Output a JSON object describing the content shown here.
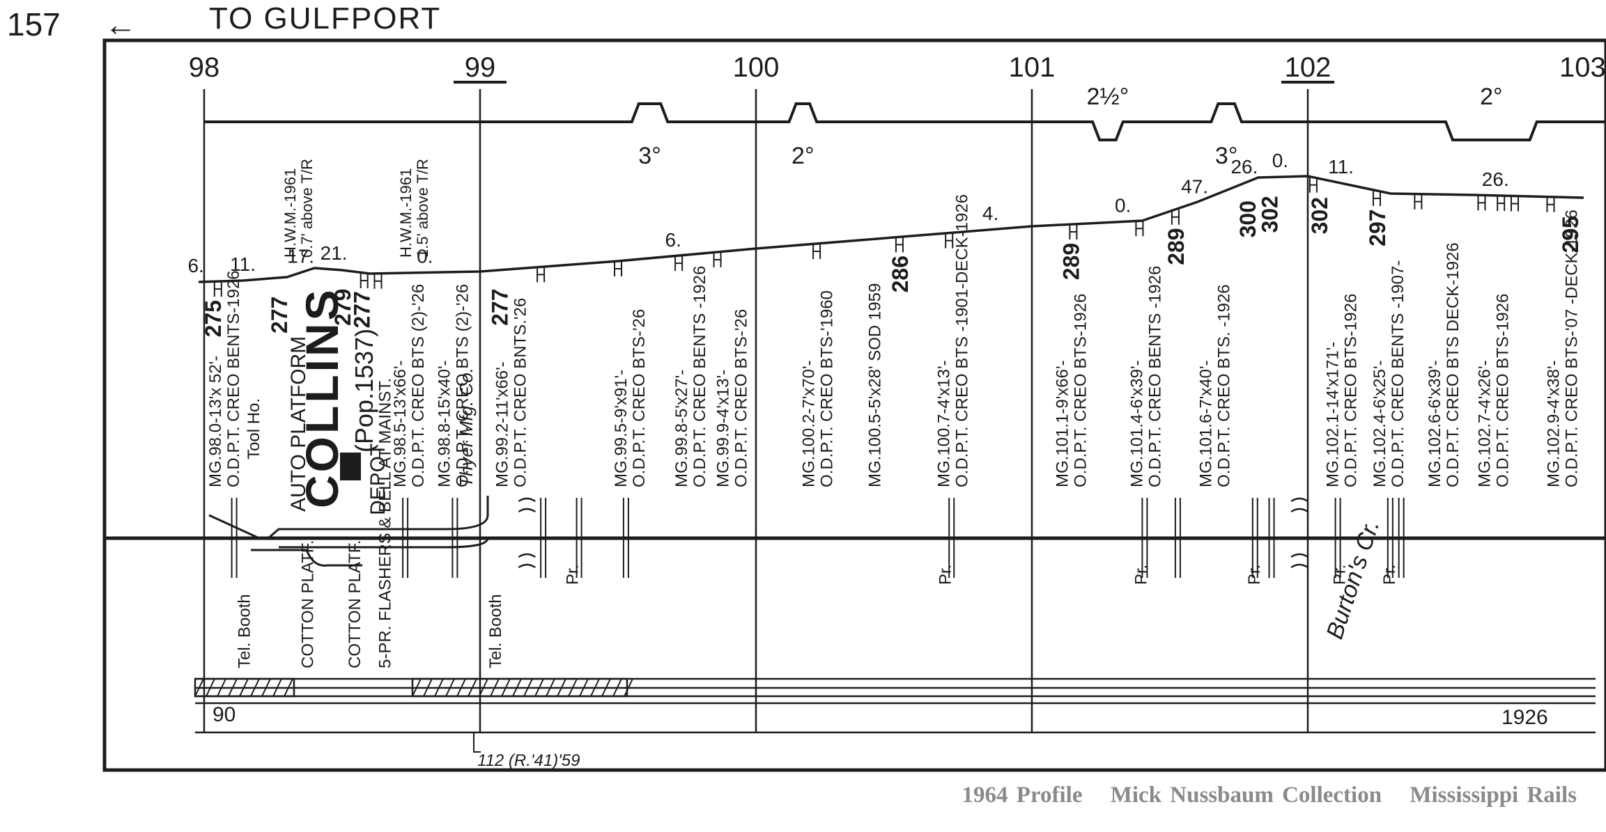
{
  "header": {
    "page_number": "157",
    "arrow": "←",
    "direction": "TO GULFPORT"
  },
  "mileposts": [
    {
      "label": "98",
      "mile": 98,
      "underlined": false
    },
    {
      "label": "99",
      "mile": 99,
      "underlined": true
    },
    {
      "label": "100",
      "mile": 100,
      "underlined": false
    },
    {
      "label": "101",
      "mile": 101,
      "underlined": false
    },
    {
      "label": "102",
      "mile": 102,
      "underlined": true
    },
    {
      "label": "103",
      "mile": 103,
      "underlined": false
    }
  ],
  "curves": [
    {
      "from": 99.55,
      "to": 99.68,
      "degree": "3°",
      "direction": "up"
    },
    {
      "from": 100.12,
      "to": 100.22,
      "degree": "2°",
      "direction": "up"
    },
    {
      "from": 101.22,
      "to": 101.33,
      "degree": "2½°",
      "direction": "down"
    },
    {
      "from": 101.65,
      "to": 101.76,
      "degree": "3°",
      "direction": "up"
    },
    {
      "from": 102.5,
      "to": 102.83,
      "degree": "2°",
      "direction": "down"
    }
  ],
  "grades": [
    {
      "label": "6.",
      "mile": 97.97
    },
    {
      "label": "11.",
      "mile": 98.14
    },
    {
      "label": "17.",
      "mile": 98.35
    },
    {
      "label": "21.",
      "mile": 98.47
    },
    {
      "label": "0.",
      "mile": 98.8
    },
    {
      "label": "6.",
      "mile": 99.7
    },
    {
      "label": "4.",
      "mile": 100.85
    },
    {
      "label": "0.",
      "mile": 101.33
    },
    {
      "label": "47.",
      "mile": 101.59
    },
    {
      "label": "26.",
      "mile": 101.77
    },
    {
      "label": "0.",
      "mile": 101.9
    },
    {
      "label": "11.",
      "mile": 102.12
    },
    {
      "label": "26.",
      "mile": 102.68
    }
  ],
  "elevations": [
    {
      "label": "275",
      "mile": 98.03
    },
    {
      "label": "277",
      "mile": 98.27
    },
    {
      "label": "279",
      "mile": 98.5
    },
    {
      "label": "277",
      "mile": 98.57
    },
    {
      "label": "277",
      "mile": 99.07
    },
    {
      "label": "286",
      "mile": 100.52
    },
    {
      "label": "289",
      "mile": 101.14
    },
    {
      "label": "289",
      "mile": 101.52
    },
    {
      "label": "300",
      "mile": 101.78
    },
    {
      "label": "302",
      "mile": 101.86
    },
    {
      "label": "302",
      "mile": 102.04
    },
    {
      "label": "297",
      "mile": 102.25
    },
    {
      "label": "295",
      "mile": 102.95
    }
  ],
  "structures": [
    {
      "mile": 98.03,
      "text": "MG.98.0-13'x 52'-O.D.P.T. CREO BENTS-1926"
    },
    {
      "mile": 98.3,
      "text": "H.W.M.-1961 0.7' above T/R"
    },
    {
      "mile": 98.72,
      "text": "H.W.M.-1961 1.5' above T/R"
    },
    {
      "mile": 98.7,
      "text": "MG.98.5-13'x66'-O.D.P.T. CREO BTS (2)-'26"
    },
    {
      "mile": 98.86,
      "text": "MG.98.8-15'x40'-O.D.P.T. CREO BTS (2)-'26"
    },
    {
      "mile": 99.07,
      "text": "MG.99.2-11'x66'-O.D.P.T. CREO BNTS.'26"
    },
    {
      "mile": 99.5,
      "text": "MG.99.5-9'x91'-O.D.P.T. CREO BTS-'26"
    },
    {
      "mile": 99.72,
      "text": "MG.99.8-5'x27'-O.D.P.T. CREO BENTS -1926"
    },
    {
      "mile": 99.87,
      "text": "MG.99.9-4'x13'-O.D.P.T. CREO BTS-'26"
    },
    {
      "mile": 100.18,
      "text": "MG.100.2-7'x70'-O.D.P.T. CREO BTS-'1960"
    },
    {
      "mile": 100.42,
      "text": "MG.100.5-5'x28' SOD 1959"
    },
    {
      "mile": 100.67,
      "text": "MG.100.7-4'x13'-O.D.P.T. CREO BTS -1901-DECK-1926"
    },
    {
      "mile": 101.1,
      "text": "MG.101.1-9'x66'-O.D.P.T. CREO BTS-1926"
    },
    {
      "mile": 101.37,
      "text": "MG.101.4-6'x39'-O.D.P.T. CREO BENTS -1926"
    },
    {
      "mile": 101.62,
      "text": "MG.101.6-7'x40'-O.D.P.T. CREO BTS. -1926"
    },
    {
      "mile": 102.08,
      "text": "MG.102.1-14'x171'-O.D.P.T. CREO BTS-1926"
    },
    {
      "mile": 102.25,
      "text": "MG.102.4-6'x25'-O.D.P.T. CREO BENTS -1907-"
    },
    {
      "mile": 102.45,
      "text": "MG.102.6-6'x39'-O.D.P.T. CREO BTS DECK-1926"
    },
    {
      "mile": 102.63,
      "text": "MG.102.7-4'x26'-O.D.P.T. CREO BTS-1926"
    },
    {
      "mile": 102.88,
      "text": "MG.102.9-4'x38'-O.D.P.T. CREO BTS-'07 -DECK-1926"
    }
  ],
  "station": {
    "name": "COLLINS",
    "population": "(Pop.1537)",
    "auto_platform": "AUTO PLATFORM",
    "depot": "DEPOT",
    "tool_house": "Tool Ho.",
    "industry": "Thyer Mfg. Co."
  },
  "lower_labels": [
    {
      "mile": 98.14,
      "text": "Tel. Booth"
    },
    {
      "mile": 98.37,
      "text": "COTTON PLATF."
    },
    {
      "mile": 98.54,
      "text": "COTTON PLATF."
    },
    {
      "mile": 98.65,
      "text": "5-PR. FLASHERS & BELL AT MAINST."
    },
    {
      "mile": 99.05,
      "text": "Tel. Booth"
    },
    {
      "mile": 99.33,
      "text": "Pr."
    },
    {
      "mile": 100.68,
      "text": "Pr."
    },
    {
      "mile": 101.39,
      "text": "Pr."
    },
    {
      "mile": 101.8,
      "text": "Pr."
    },
    {
      "mile": 102.11,
      "text": "Pr."
    },
    {
      "mile": 102.29,
      "text": "Pr."
    }
  ],
  "creek": {
    "name": "Burton's Cr."
  },
  "rail_band": {
    "left_label": "90",
    "right_label": "1926"
  },
  "bottom_note": "112 (R.'41)'59",
  "footer": {
    "profile": "1964 Profile",
    "collection": "Mick Nussbaum Collection",
    "site": "Mississippi Rails"
  }
}
